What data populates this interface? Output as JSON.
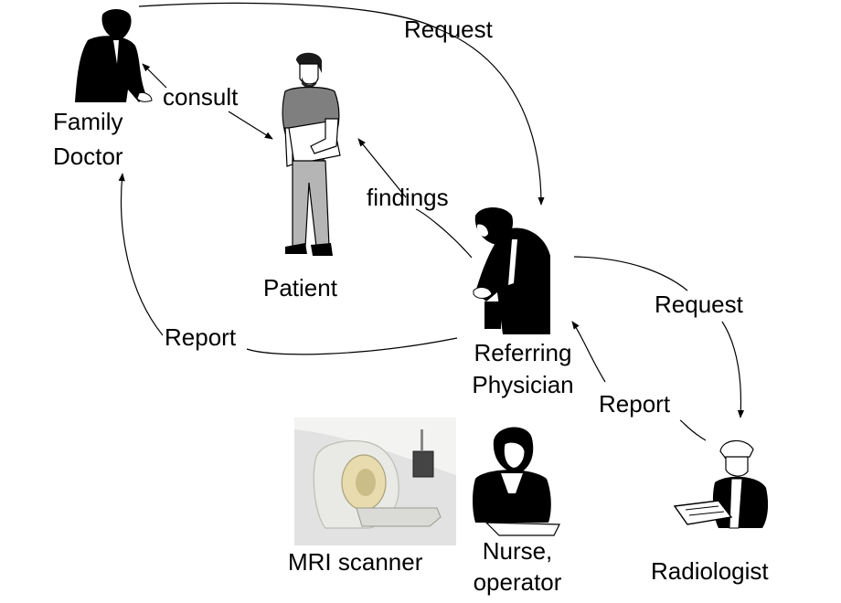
{
  "actors": {
    "family_doctor": [
      "Family",
      "Doctor"
    ],
    "patient": "Patient",
    "referring_physician": [
      "Referring",
      "Physician"
    ],
    "mri_scanner": "MRI scanner",
    "nurse": [
      "Nurse,",
      "operator"
    ],
    "radiologist": "Radiologist"
  },
  "flows": {
    "consult": "consult",
    "request_top": "Request",
    "findings": "findings",
    "report_left": "Report",
    "request_right": "Request",
    "report_right": "Report"
  },
  "colors": {
    "ink": "#000000",
    "shirt": "#7f7f7f",
    "trousers": "#b5b5b5",
    "scanner_body": "#e9e9e6",
    "scanner_bore": "#e8dcae",
    "scanner_bg": "#e2e2e2"
  }
}
